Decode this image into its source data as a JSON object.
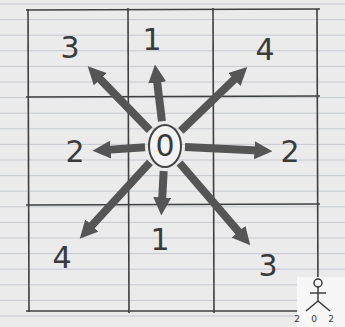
{
  "diagram": {
    "nodes": [
      {
        "text": [
          "3"
        ]
      },
      {
        "text": [
          "1"
        ]
      },
      {
        "text": [
          "4"
        ]
      },
      {
        "text": [
          "2"
        ]
      },
      {
        "text": [
          "0"
        ]
      },
      {
        "text": [
          "2"
        ]
      },
      {
        "text": [
          "4"
        ]
      },
      {
        "text": [
          "1"
        ]
      },
      {
        "text": [
          "3"
        ]
      }
    ],
    "edges": [
      {
        "from": 4,
        "to": 0,
        "arrow": "to"
      },
      {
        "from": 4,
        "to": 1,
        "arrow": "to"
      },
      {
        "from": 4,
        "to": 2,
        "arrow": "to"
      },
      {
        "from": 4,
        "to": 3,
        "arrow": "to"
      },
      {
        "from": 4,
        "to": 5,
        "arrow": "to"
      },
      {
        "from": 4,
        "to": 6,
        "arrow": "to"
      },
      {
        "from": 4,
        "to": 7,
        "arrow": "to"
      },
      {
        "from": 4,
        "to": 8,
        "arrow": "to"
      }
    ],
    "labels": [
      "2",
      "0",
      "2"
    ]
  }
}
